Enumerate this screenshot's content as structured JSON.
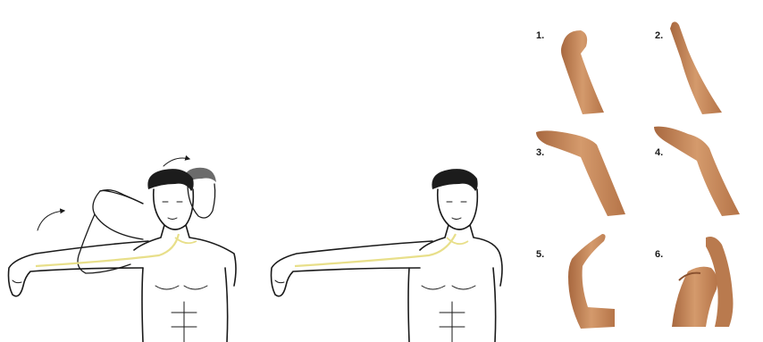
{
  "figure": {
    "panels": [
      {
        "id": "panel-a",
        "description": ""
      },
      {
        "id": "panel-b",
        "description": ""
      }
    ],
    "hand_steps": {
      "labels": [
        "1.",
        "2.",
        "3.",
        "4.",
        "5.",
        "6."
      ]
    }
  },
  "colors": {
    "outline": "#1a1a1a",
    "nerve": "#e8df8a",
    "hair": "#1c1c1c",
    "hair_ghost": "#6b6b6b",
    "skin": "#c98a5e",
    "skin_shadow": "#a86a42",
    "background": "#ffffff"
  },
  "icons": {
    "rotation_arrow": "curved-arrow-icon",
    "head_turn_arrow": "curved-arrow-icon"
  }
}
